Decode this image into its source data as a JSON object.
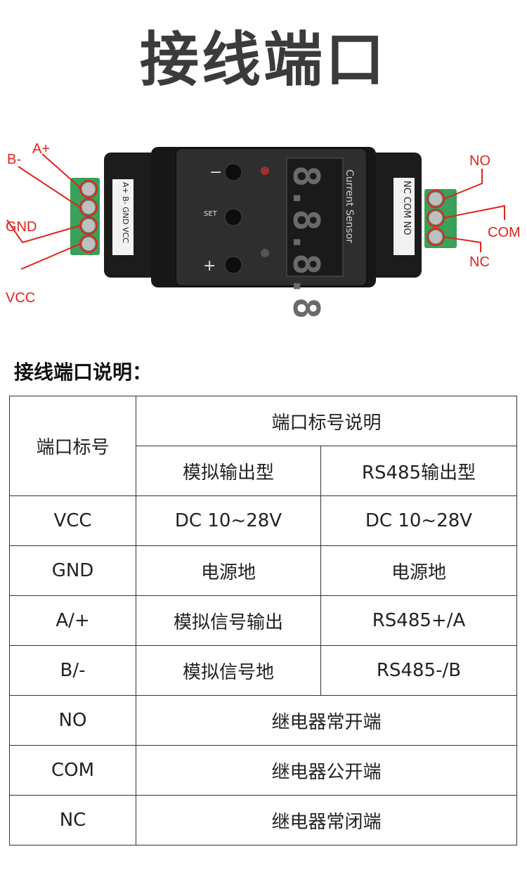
{
  "title": "接线端口",
  "device": {
    "terminal_left_label": "A+ B- GND VCC",
    "terminal_right_label": "NC COM NO",
    "brand_text": "Current Sensor",
    "display_digits": "8.8.8.8.",
    "btn_minus": "−",
    "btn_set": "SET",
    "btn_plus": "+",
    "callouts": {
      "a_plus": "A+",
      "b_minus": "B-",
      "gnd": "GND",
      "vcc": "VCC",
      "no": "NO",
      "com": "COM",
      "nc": "NC"
    }
  },
  "section_heading": "接线端口说明：",
  "table": {
    "header_port": "端口标号",
    "header_desc": "端口标号说明",
    "col_analog": "模拟输出型",
    "col_rs485": "RS485输出型",
    "rows": [
      {
        "port": "VCC",
        "analog": "DC 10~28V",
        "rs485": "DC 10~28V"
      },
      {
        "port": "GND",
        "analog": "电源地",
        "rs485": "电源地"
      },
      {
        "port": "A/+",
        "analog": "模拟信号输出",
        "rs485": "RS485+/A"
      },
      {
        "port": "B/-",
        "analog": "模拟信号地",
        "rs485": "RS485-/B"
      },
      {
        "port": "NO",
        "merged": "继电器常开端"
      },
      {
        "port": "COM",
        "merged": "继电器公开端"
      },
      {
        "port": "NC",
        "merged": "继电器常闭端"
      }
    ]
  }
}
